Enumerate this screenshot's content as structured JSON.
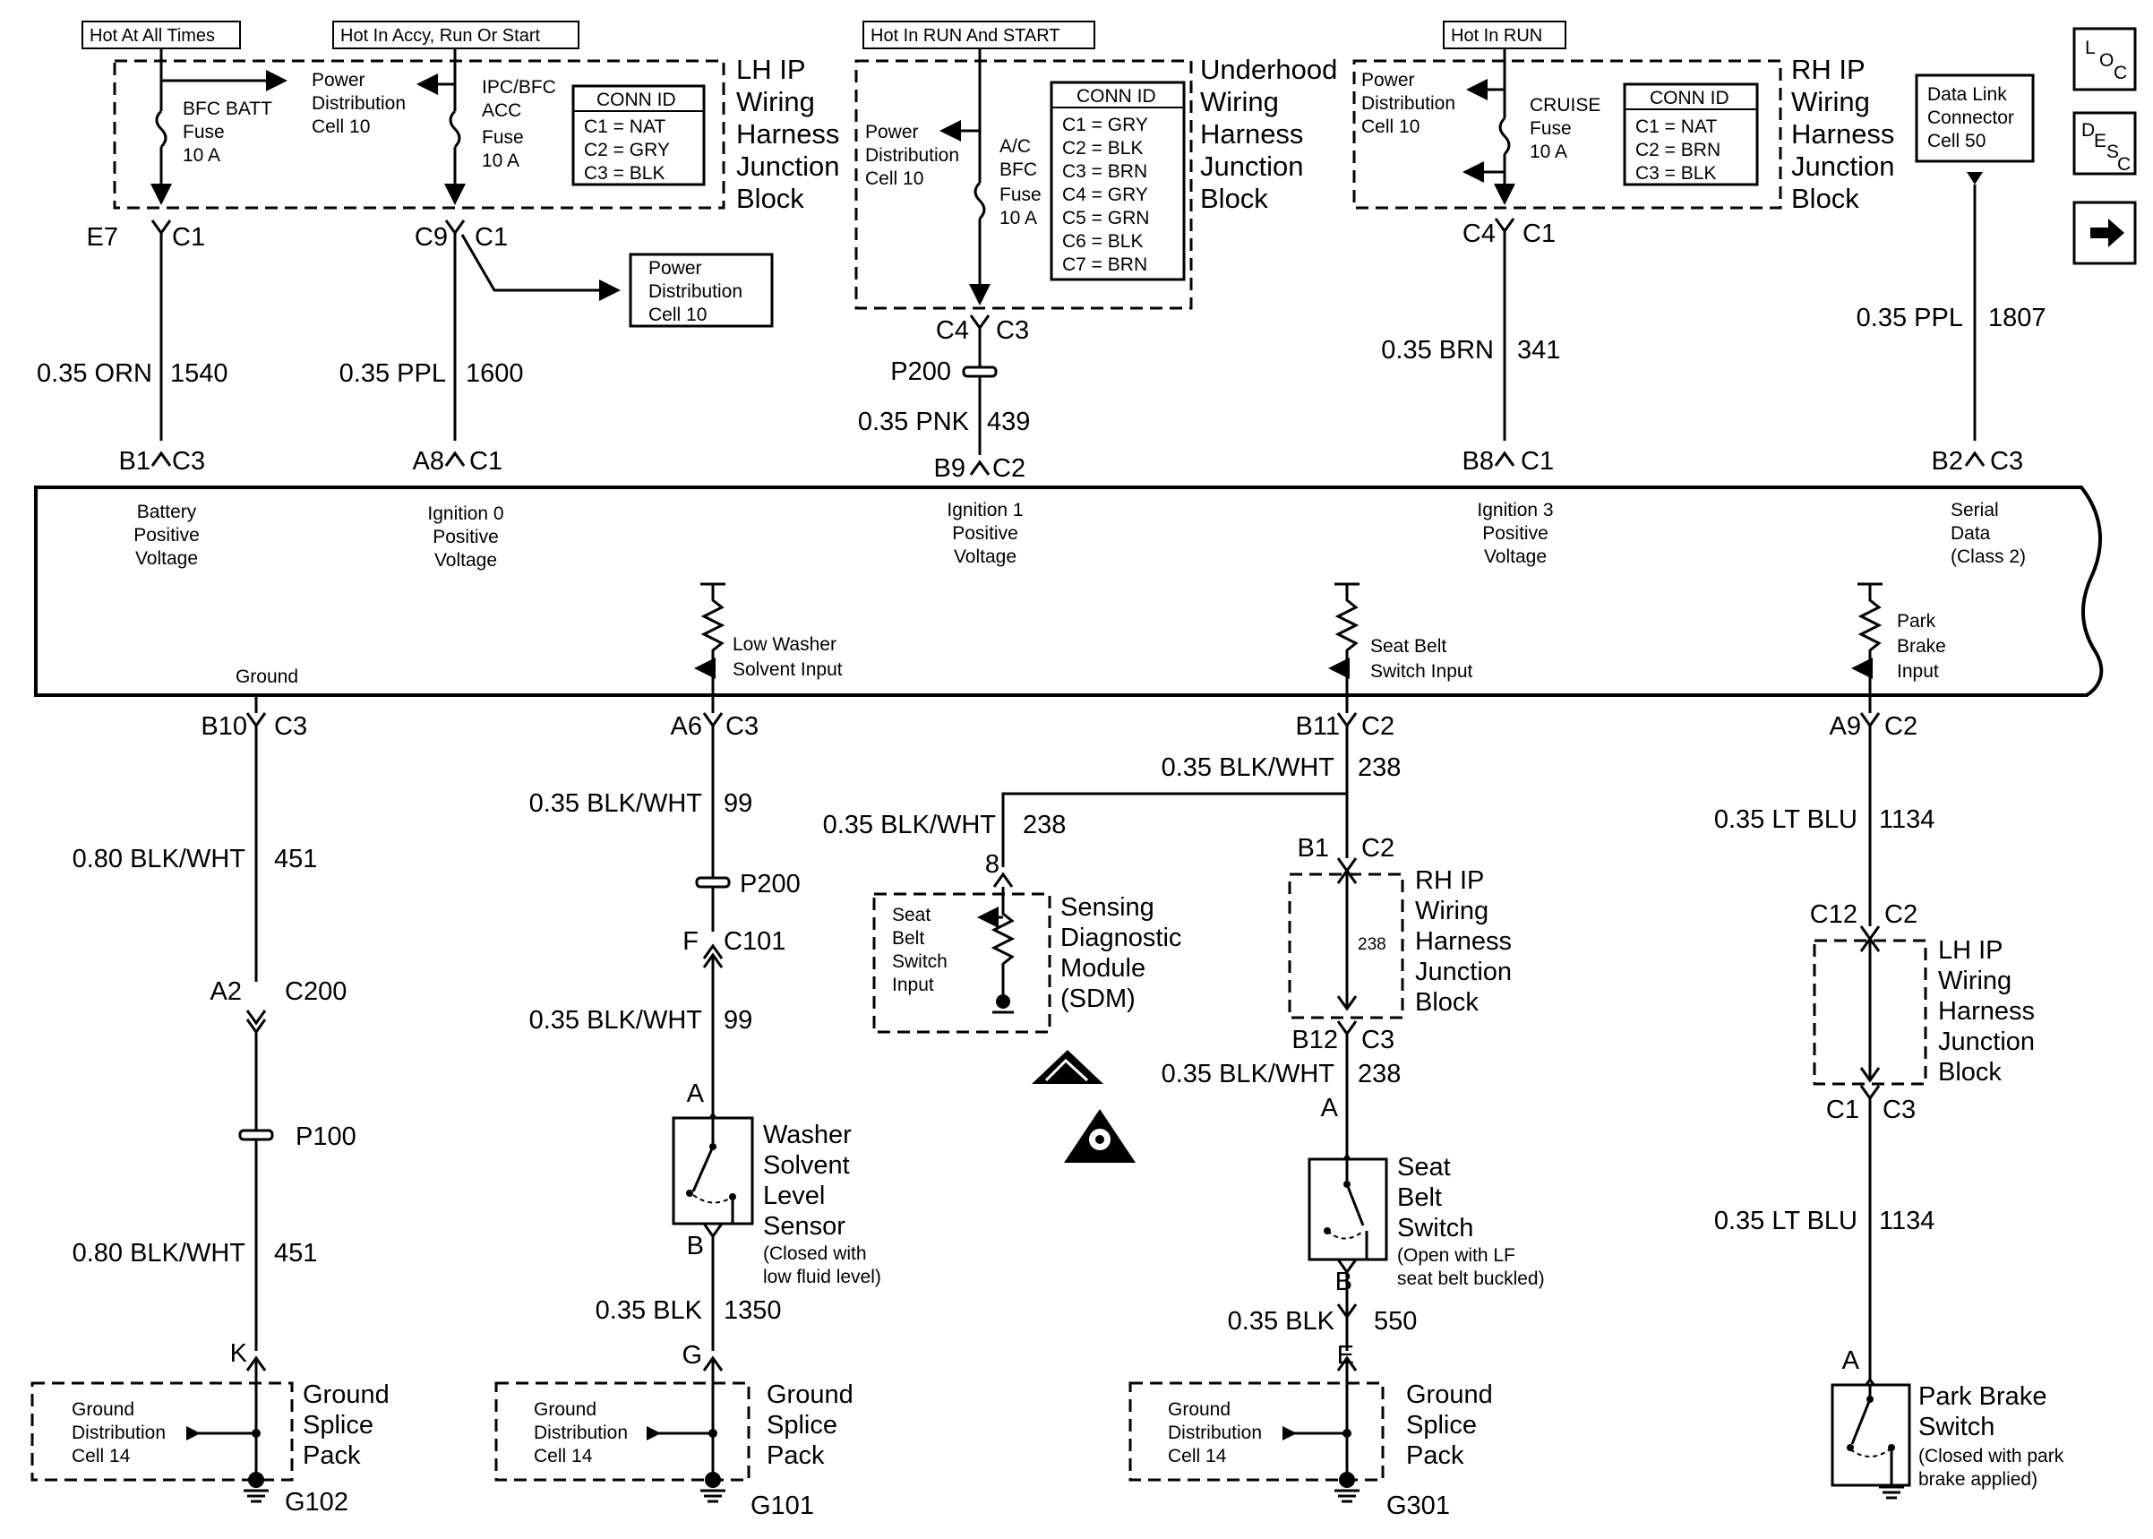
{
  "nav": {
    "loc": [
      "L",
      "O",
      "C"
    ],
    "desc": [
      "D",
      "E",
      "S",
      "C"
    ]
  },
  "top": {
    "hdr_always": "Hot At All Times",
    "hdr_accy": "Hot In Accy, Run Or Start",
    "hdr_runstart": "Hot In RUN And START",
    "hdr_run": "Hot In RUN",
    "pd": [
      "Power",
      "Distribution",
      "Cell 10"
    ],
    "bfc_batt": [
      "BFC BATT",
      "Fuse",
      "10 A"
    ],
    "ipc_acc": [
      "IPC/BFC",
      "ACC",
      "Fuse",
      "10 A"
    ],
    "ac_bfc": [
      "A/C",
      "BFC",
      "Fuse",
      "10 A"
    ],
    "cruise": [
      "CRUISE",
      "Fuse",
      "10 A"
    ],
    "lhip": [
      "LH IP",
      "Wiring",
      "Harness",
      "Junction",
      "Block"
    ],
    "underhood": [
      "Underhood",
      "Wiring",
      "Harness",
      "Junction",
      "Block"
    ],
    "rhip": [
      "RH IP",
      "Wiring",
      "Harness",
      "Junction",
      "Block"
    ],
    "conn_id": "CONN ID",
    "conn_lh": [
      "C1 = NAT",
      "C2 = GRY",
      "C3 = BLK"
    ],
    "conn_uh": [
      "C1 = GRY",
      "C2 = BLK",
      "C3 = BRN",
      "C4 = GRY",
      "C5 = GRN",
      "C6 = BLK",
      "C7 = BRN"
    ],
    "conn_rh": [
      "C1 = NAT",
      "C2 = BRN",
      "C3 = BLK"
    ],
    "dlc": [
      "Data Link",
      "Connector",
      "Cell 50"
    ]
  },
  "conn": {
    "e7": "E7",
    "c9": "C9",
    "c4": "C4",
    "b1": "B1",
    "a8": "A8",
    "b9": "B9",
    "b8": "B8",
    "b2": "B2",
    "b10": "B10",
    "a6": "A6",
    "b11": "B11",
    "a9": "A9",
    "c1": "C1",
    "c2": "C2",
    "c3": "C3",
    "p200": "P200",
    "f": "F",
    "c101": "C101",
    "a2": "A2",
    "c200": "C200",
    "p100": "P100",
    "k": "K",
    "a": "A",
    "b": "B",
    "g": "G",
    "pin8": "8",
    "b12": "B12",
    "e": "E",
    "c12": "C12"
  },
  "wires": {
    "orn1540": [
      "0.35 ORN",
      "1540"
    ],
    "ppl1600": [
      "0.35 PPL",
      "1600"
    ],
    "pnk439": [
      "0.35 PNK",
      "439"
    ],
    "brn341": [
      "0.35 BRN",
      "341"
    ],
    "ppl1807": [
      "0.35 PPL",
      "1807"
    ],
    "bw451": [
      "0.80 BLK/WHT",
      "451"
    ],
    "bw99": [
      "0.35 BLK/WHT",
      "99"
    ],
    "bw238": [
      "0.35 BLK/WHT",
      "238"
    ],
    "blk1350": [
      "0.35 BLK",
      "1350"
    ],
    "blk550": [
      "0.35 BLK",
      "550"
    ],
    "ltblu1134": [
      "0.35 LT BLU",
      "1134"
    ],
    "jb238": "238"
  },
  "module": {
    "batt": [
      "Battery",
      "Positive",
      "Voltage"
    ],
    "ign0": [
      "Ignition 0",
      "Positive",
      "Voltage"
    ],
    "ign1": [
      "Ignition 1",
      "Positive",
      "Voltage"
    ],
    "ign3": [
      "Ignition 3",
      "Positive",
      "Voltage"
    ],
    "serial": [
      "Serial",
      "Data",
      "(Class 2)"
    ],
    "ground": "Ground",
    "low_washer": [
      "Low Washer",
      "Solvent Input"
    ],
    "seat_belt": [
      "Seat Belt",
      "Switch Input"
    ],
    "park_brake": [
      "Park",
      "Brake",
      "Input"
    ]
  },
  "bottom": {
    "sdm_input": [
      "Seat",
      "Belt",
      "Switch",
      "Input"
    ],
    "sdm": [
      "Sensing",
      "Diagnostic",
      "Module",
      "(SDM)"
    ],
    "rhip": [
      "RH IP",
      "Wiring",
      "Harness",
      "Junction",
      "Block"
    ],
    "lhip": [
      "LH IP",
      "Wiring",
      "Harness",
      "Junction",
      "Block"
    ],
    "washer": [
      "Washer",
      "Solvent",
      "Level",
      "Sensor"
    ],
    "washer_note": [
      "(Closed with",
      "low fluid level)"
    ],
    "seatbelt_sw": [
      "Seat",
      "Belt",
      "Switch"
    ],
    "seatbelt_note": [
      "(Open with LF",
      "seat belt buckled)"
    ],
    "parkbrake_sw": [
      "Park Brake",
      "Switch"
    ],
    "parkbrake_note": [
      "(Closed with park",
      "brake applied)"
    ],
    "gd": [
      "Ground",
      "Distribution",
      "Cell 14"
    ],
    "gsp": [
      "Ground",
      "Splice",
      "Pack"
    ],
    "g102": "G102",
    "g101": "G101",
    "g301": "G301"
  }
}
